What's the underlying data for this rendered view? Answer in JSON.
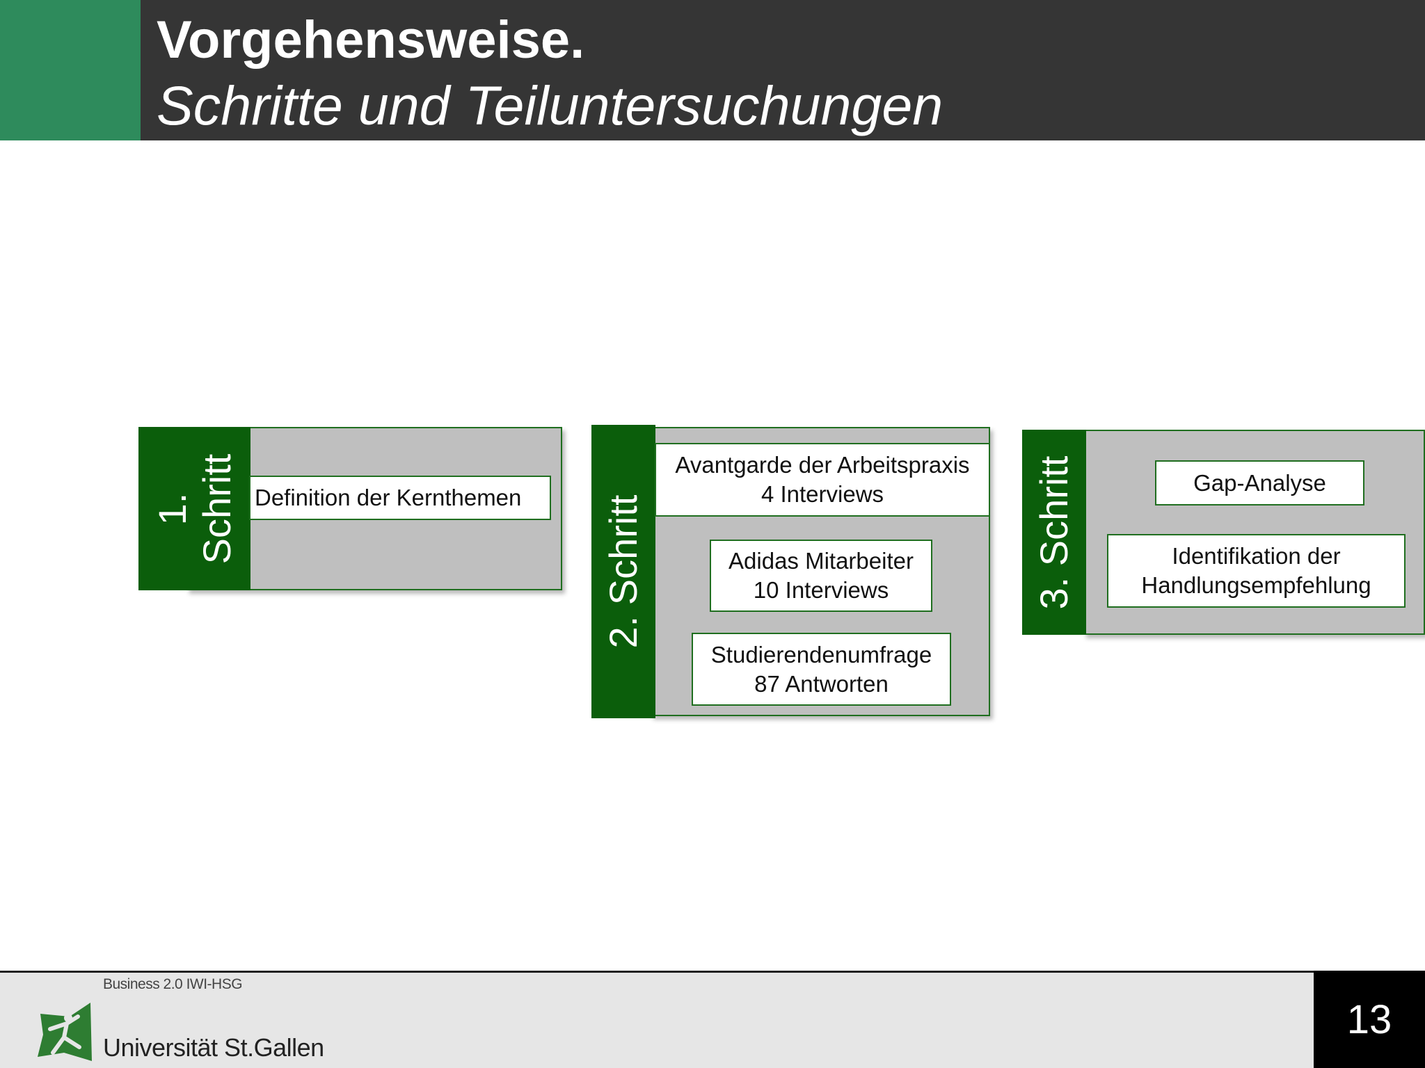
{
  "header": {
    "title": "Vorgehensweise.",
    "subtitle": "Schritte und Teiluntersuchungen"
  },
  "steps": [
    {
      "label_line1": "1.",
      "label_line2": "Schritt",
      "items": [
        {
          "lines": [
            "Definition der Kernthemen"
          ]
        }
      ]
    },
    {
      "label": "2. Schritt",
      "items": [
        {
          "lines": [
            "Avantgarde der Arbeitspraxis",
            "4 Interviews"
          ]
        },
        {
          "lines": [
            "Adidas Mitarbeiter",
            "10 Interviews"
          ]
        },
        {
          "lines": [
            "Studierendenumfrage",
            "87 Antworten"
          ]
        }
      ]
    },
    {
      "label": "3. Schritt",
      "items": [
        {
          "lines": [
            "Gap-Analyse"
          ]
        },
        {
          "lines": [
            "Identifikation der",
            "Handlungsempfehlung"
          ]
        }
      ]
    }
  ],
  "footer": {
    "course": "Business 2.0 IWI-HSG",
    "university": "Universität St.Gallen",
    "page_number": "13",
    "logo_icon": "hsg-logo-icon"
  },
  "colors": {
    "header_accent": "#2e8b5c",
    "header_bar": "#353535",
    "step_green": "#0b5e0b",
    "panel_gray": "#bfbfbf"
  }
}
